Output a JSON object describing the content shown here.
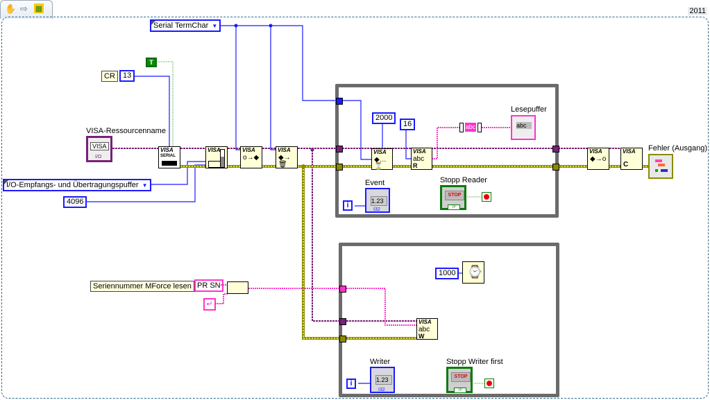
{
  "toolbar": {
    "icons": [
      "hand-icon",
      "arrow-right-icon",
      "vi-icon"
    ],
    "hand_glyph": "✋",
    "arrow_glyph": "⇨",
    "vi_glyph": "▦"
  },
  "version_label": "2011",
  "controls": {
    "termchar_ring": "Serial TermChar",
    "io_buffer_ring": "I/O-Empfangs- und Übertragungspuffer",
    "buffer_size": "4096",
    "char_code": "13",
    "cr_comment": "CR",
    "bool_true": "T",
    "visa_resource_label": "VISA-Ressourcenname",
    "visa_resource_text": "VISA",
    "visa_resource_sub": "I/O"
  },
  "nodes": {
    "visa_title": "VISA",
    "serial_sub": "SERIAL",
    "read_letter": "R",
    "write_letter": "W",
    "close_letter": "C",
    "abc": "abc"
  },
  "reader_loop": {
    "timeout_const": "2000",
    "bytes_const": "16",
    "lesepuffer_label": "Lesepuffer",
    "lesepuffer_value": "abc",
    "event_label": "Event",
    "event_value": "1.23",
    "event_type": "I32",
    "iteration": "i",
    "stop_label": "Stopp Reader",
    "stop_text": "STOP",
    "stop_tf": "TF"
  },
  "writer_loop": {
    "wait_const": "1000",
    "writer_label": "Writer",
    "writer_value": "1.23",
    "writer_type": "I32",
    "iteration": "i",
    "stop_label": "Stopp Writer first",
    "stop_text": "STOP",
    "stop_tf": "TF"
  },
  "string_section": {
    "comment": "Seriennummer MForce lesen",
    "command_const": "PR SN",
    "eol_glyph": "↵"
  },
  "error_out_label": "Fehler (Ausgang)",
  "wire_colors": {
    "numeric": "#1a1aff",
    "visa": "#7a1f7a",
    "error": "#b8b000",
    "string": "#ff33cc",
    "boolean": "#0a8a0a",
    "loop_frame": "#6b6b6b"
  }
}
